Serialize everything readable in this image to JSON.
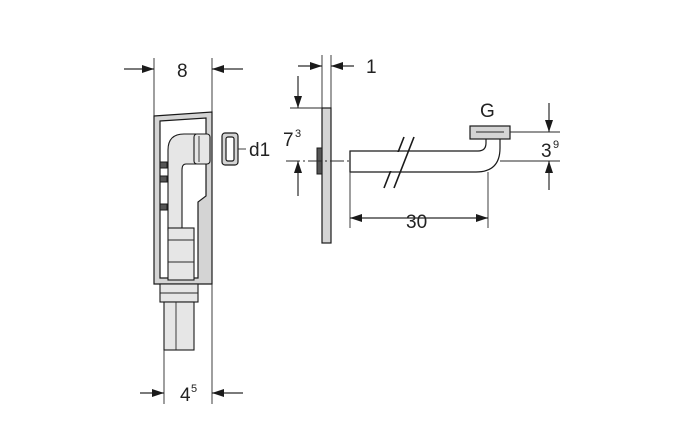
{
  "labels": {
    "width_main": "8",
    "width_bottom": "4",
    "width_bottom_sup": "5",
    "thickness": "1",
    "height_plate": "7",
    "height_plate_sup": "3",
    "connector": "d1",
    "thread": "G",
    "pipe_length": "30",
    "pipe_height": "3",
    "pipe_height_sup": "9"
  }
}
